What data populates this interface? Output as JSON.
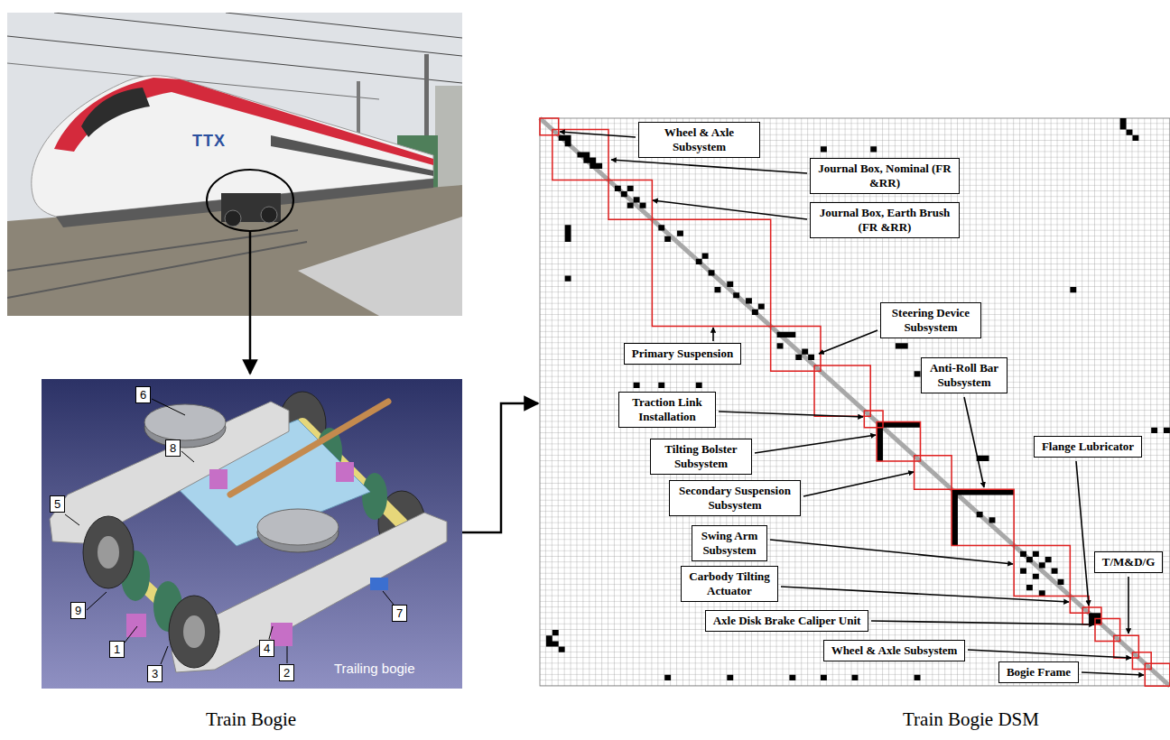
{
  "diagram": {
    "nodes": [
      {
        "text": [
          "Wheel & Axle Subsystem"
        ]
      },
      {
        "text": [
          "Journal Box, Nominal (FR &RR)"
        ]
      },
      {
        "text": [
          "Journal Box, Earth Brush (FR &RR)"
        ]
      },
      {
        "text": [
          "Steering Device Subsystem"
        ]
      },
      {
        "text": [
          "Primary Suspension"
        ]
      },
      {
        "text": [
          "Anti-Roll Bar Subsystem"
        ]
      },
      {
        "text": [
          "Traction Link Installation"
        ]
      },
      {
        "text": [
          "Flange Lubricator"
        ]
      },
      {
        "text": [
          "Tilting Bolster Subsystem"
        ]
      },
      {
        "text": [
          "Secondary Suspension Subsystem"
        ]
      },
      {
        "text": [
          "Swing Arm Subsystem"
        ]
      },
      {
        "text": [
          "T/M&D/G"
        ]
      },
      {
        "text": [
          "Carbody Tilting Actuator"
        ]
      },
      {
        "text": [
          "Axle Disk Brake Caliper Unit"
        ]
      },
      {
        "text": [
          "Wheel & Axle Subsystem"
        ]
      },
      {
        "text": [
          "Bogie Frame"
        ]
      }
    ],
    "labels": [
      "TTX",
      "6",
      "8",
      "5",
      "9",
      "1",
      "3",
      "2",
      "4",
      "7",
      "Trailing bogie",
      "Train Bogie",
      "Train Bogie DSM"
    ]
  }
}
